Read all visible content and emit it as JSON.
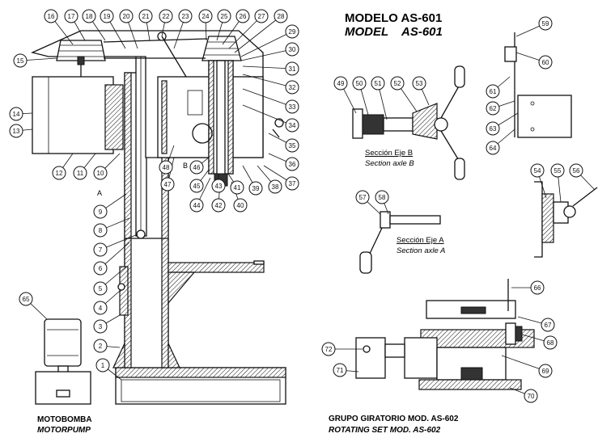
{
  "titles": {
    "model_es": "MODELO AS-601",
    "model_en_word": "MODEL",
    "model_en_code": "AS-601"
  },
  "sections": {
    "axle_b_es": "Sección Eje B",
    "axle_b_en": "Section axle B",
    "axle_a_es": "Sección Eje A",
    "axle_a_en": "Section axle A"
  },
  "footer": {
    "motorpump_es": "MOTOBOMBA",
    "motorpump_en": "MOTORPUMP",
    "rotating_es": "GRUPO GIRATORIO MOD. AS-602",
    "rotating_en": "ROTATING SET MOD. AS-602"
  },
  "inline_labels": {
    "a": "A",
    "b": "B"
  },
  "callouts": [
    "1",
    "2",
    "3",
    "4",
    "5",
    "6",
    "7",
    "8",
    "9",
    "10",
    "11",
    "12",
    "13",
    "14",
    "15",
    "16",
    "17",
    "18",
    "19",
    "20",
    "21",
    "22",
    "23",
    "24",
    "25",
    "26",
    "27",
    "28",
    "29",
    "30",
    "31",
    "32",
    "33",
    "34",
    "35",
    "36",
    "37",
    "38",
    "39",
    "40",
    "41",
    "42",
    "43",
    "44",
    "45",
    "46",
    "47",
    "48",
    "49",
    "50",
    "51",
    "52",
    "53",
    "54",
    "55",
    "56",
    "57",
    "58",
    "59",
    "60",
    "61",
    "62",
    "63",
    "64",
    "65",
    "66",
    "67",
    "68",
    "69",
    "70",
    "71",
    "72"
  ]
}
